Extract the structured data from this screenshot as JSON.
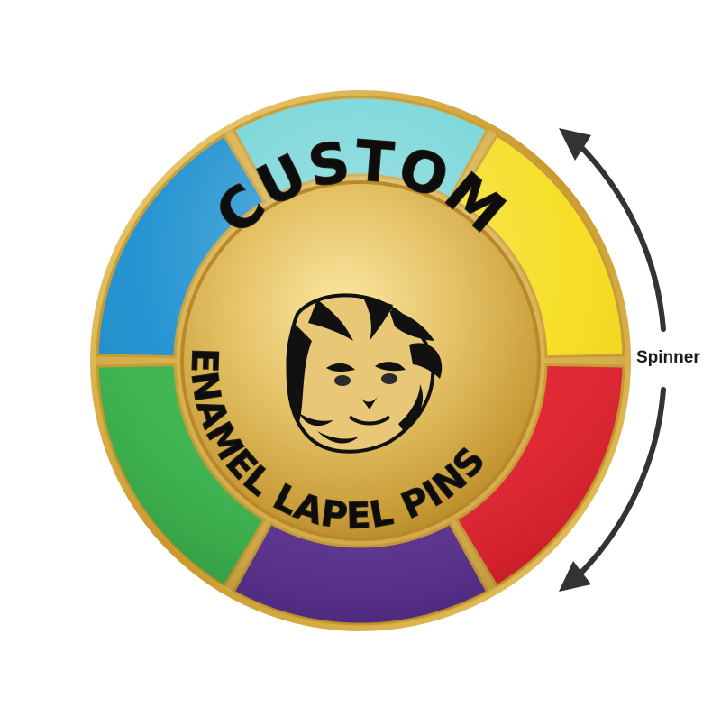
{
  "pin": {
    "top_text": "CUSTOM",
    "bottom_text": "ENAMEL LAPEL PINS",
    "emblem_icon": "tiger-head-icon",
    "segments": [
      {
        "name": "light-blue-segment",
        "color": "#6fd3d6"
      },
      {
        "name": "yellow-segment",
        "color": "#f6dc1a"
      },
      {
        "name": "red-segment",
        "color": "#e21e2c"
      },
      {
        "name": "purple-segment",
        "color": "#5a2f90"
      },
      {
        "name": "green-segment",
        "color": "#37b34a"
      },
      {
        "name": "blue-segment",
        "color": "#1a8fcf"
      }
    ],
    "gold_color": "#d9b650",
    "rim_color": "#c79a2e"
  },
  "annotation": {
    "label": "Spinner",
    "arrow_icon": "curved-double-arrow-icon"
  }
}
